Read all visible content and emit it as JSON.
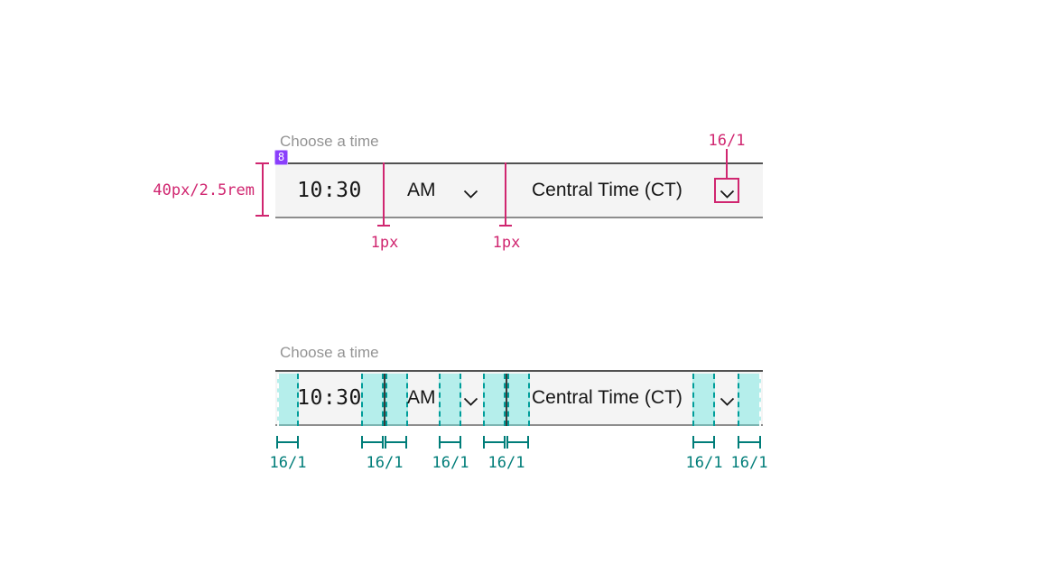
{
  "colors": {
    "annotation_pink": "#d02670",
    "annotation_purple": "#8a3ffc",
    "annotation_teal": "#007d79",
    "annotation_teal_line": "#009d9a",
    "field_background": "#f4f4f4",
    "field_text": "#161616",
    "label_gray": "#949494"
  },
  "time_picker": {
    "label": "Choose a time",
    "time_value": "10:30",
    "period_value": "AM",
    "timezone_value": "Central Time (CT)",
    "chevron_icon": "chevron-down"
  },
  "spec_top": {
    "badge_label": "8",
    "height_annotation": "40px/2.5rem",
    "icon_spacing_annotation": "16/1",
    "divider_annotations": [
      "1px",
      "1px"
    ]
  },
  "spec_bottom": {
    "label": "Choose a time",
    "spacing_annotations": [
      "16/1",
      "16/1",
      "16/1",
      "16/1",
      "16/1",
      "16/1"
    ]
  }
}
